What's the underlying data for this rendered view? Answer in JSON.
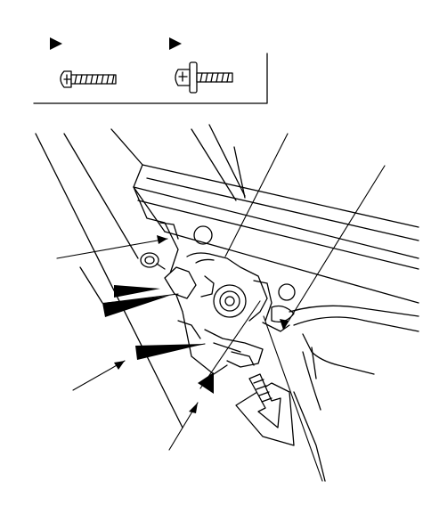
{
  "figure": {
    "kind": "service-manual-exploded-illustration",
    "line_color": "#000000",
    "background_color": "#ffffff",
    "arrow_fill_color": "#000000",
    "text": []
  },
  "legend": {
    "items": [
      {
        "icon": "pan-head-screw-icon",
        "marker": "triangle-marker-icon"
      },
      {
        "icon": "washer-head-screw-icon",
        "marker": "triangle-marker-icon"
      }
    ]
  },
  "callouts": {
    "leader_line_count": 7,
    "filled_arrow_count": 4,
    "removal_direction_arrow": "down-right"
  }
}
